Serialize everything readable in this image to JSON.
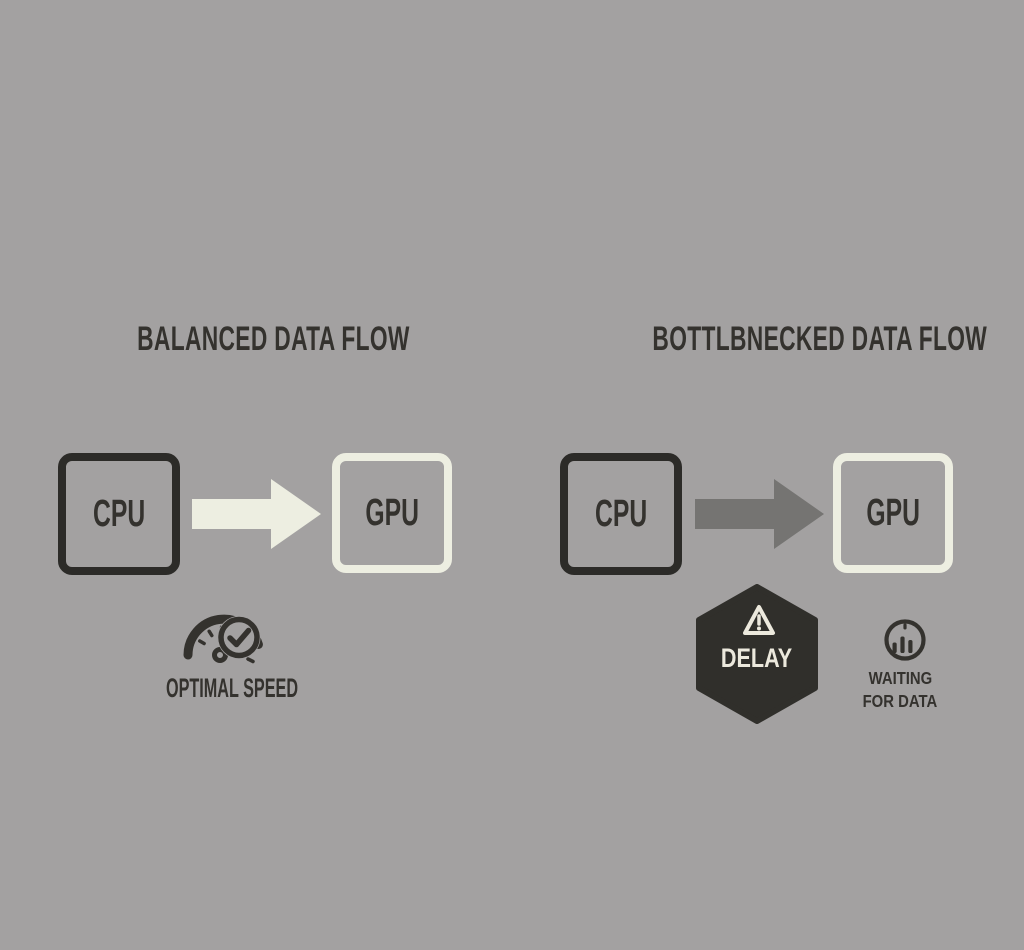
{
  "colors": {
    "background": "#a3a1a1",
    "dark": "#34322e",
    "box_border_dark": "#2c2b28",
    "cream": "#edeee1",
    "arrow_gray": "#757472",
    "hex_dark": "#302f2b",
    "hex_text": "#ece9dd"
  },
  "left_panel": {
    "title": "BALANCED DATA FLOW",
    "cpu_label": "CPU",
    "gpu_label": "GPU",
    "caption": "OPTIMAL SPEED",
    "arrow_style": "cream block arrow pointing right",
    "icon": "speedometer-check-icon"
  },
  "right_panel": {
    "title": "BOTTLBNECKED DATA FLOW",
    "cpu_label": "CPU",
    "gpu_label": "GPU",
    "delay_badge_label": "DELAY",
    "caption_line1": "WAITING",
    "caption_line2": "FOR DATA",
    "arrow_style": "dark gray block arrow pointing right",
    "icons": [
      "warning-triangle-icon",
      "bar-chart-circle-icon"
    ]
  }
}
